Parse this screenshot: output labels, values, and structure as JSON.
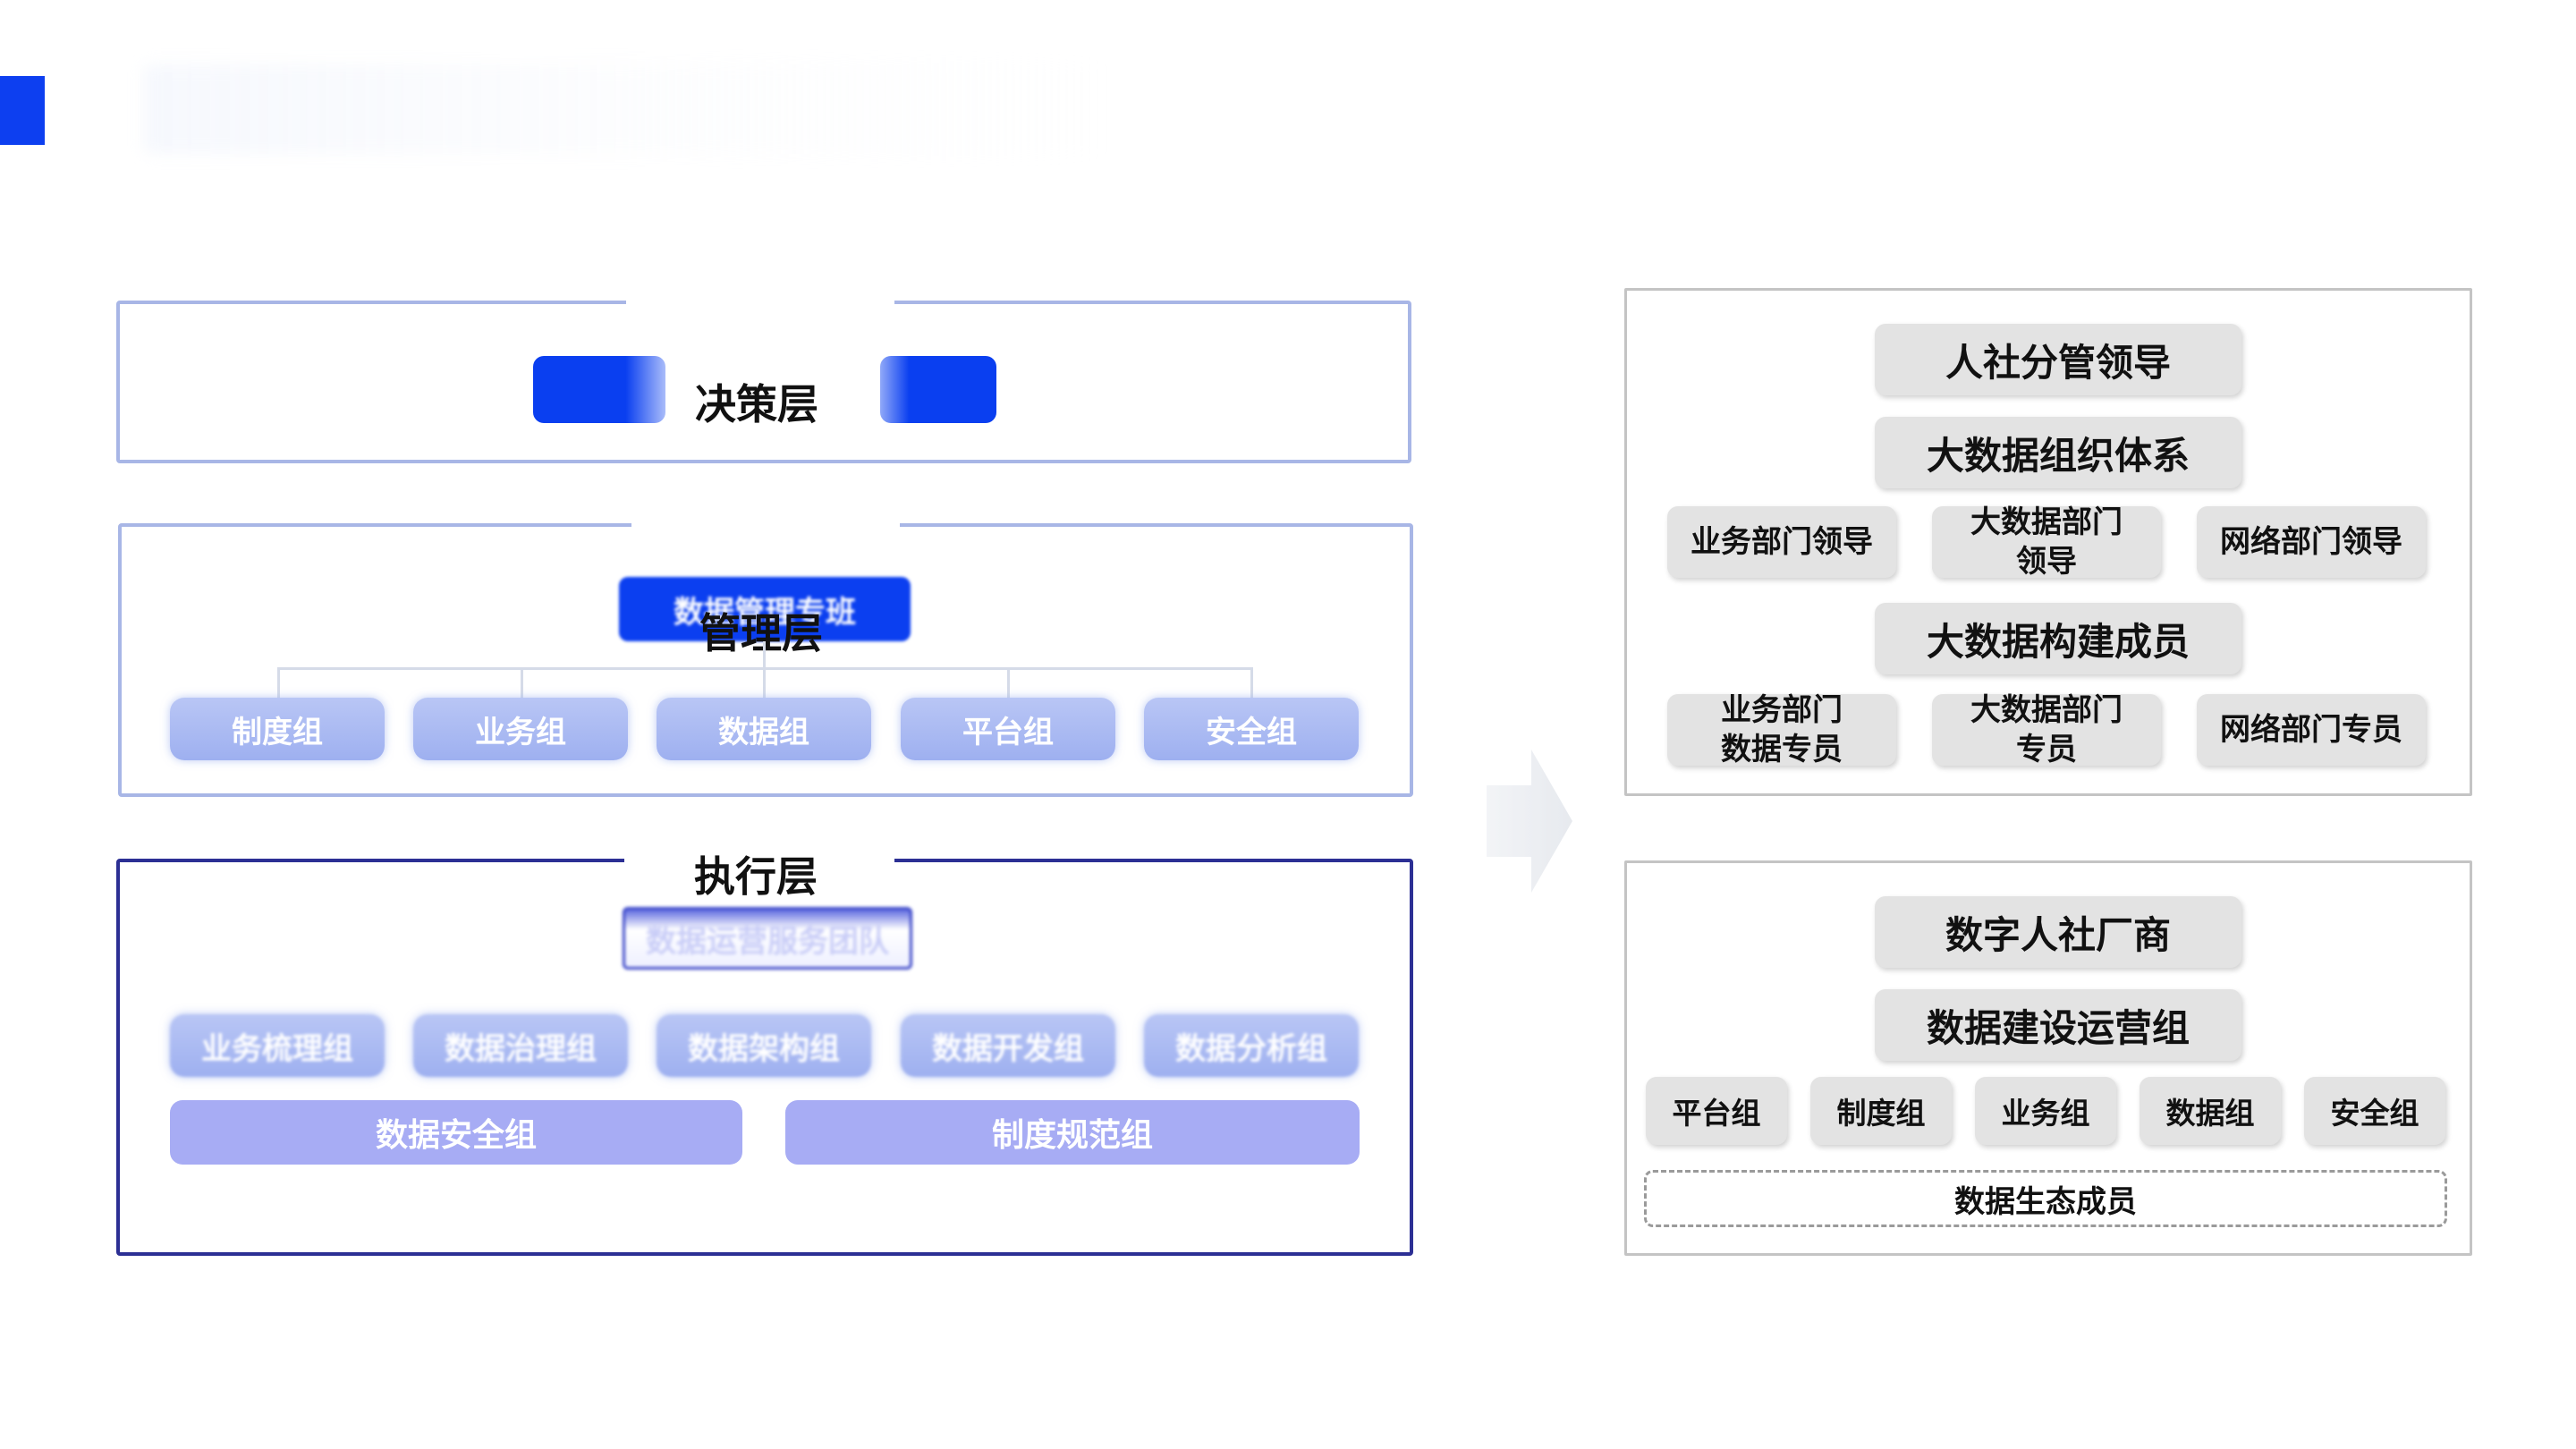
{
  "colors": {
    "accent": "#0d3ff0",
    "frame_light": "#a8b6e6",
    "frame_dark": "#2c2f94",
    "group_pill": "#a9b8f2",
    "wide_pill": "#a7acf4",
    "gray_pill": "#e3e3e3"
  },
  "left": {
    "decision": {
      "label": "决策层"
    },
    "management": {
      "label": "管理层",
      "head": "数据管理专班",
      "groups": [
        "制度组",
        "业务组",
        "数据组",
        "平台组",
        "安全组"
      ]
    },
    "execution": {
      "label": "执行层",
      "head": "数据运营服务团队",
      "groups": [
        "业务梳理组",
        "数据治理组",
        "数据架构组",
        "数据开发组",
        "数据分析组"
      ],
      "wide": [
        "数据安全组",
        "制度规范组"
      ]
    }
  },
  "right": {
    "top": {
      "leader": "人社分管领导",
      "system": "大数据组织体系",
      "leaders": [
        "业务部门领导",
        "大数据部门\n领导",
        "网络部门领导"
      ],
      "builders": "大数据构建成员",
      "specialists": [
        "业务部门\n数据专员",
        "大数据部门\n专员",
        "网络部门专员"
      ]
    },
    "bottom": {
      "vendor": "数字人社厂商",
      "ops_group": "数据建设运营组",
      "groups": [
        "平台组",
        "制度组",
        "业务组",
        "数据组",
        "安全组"
      ],
      "ecosystem": "数据生态成员"
    }
  }
}
